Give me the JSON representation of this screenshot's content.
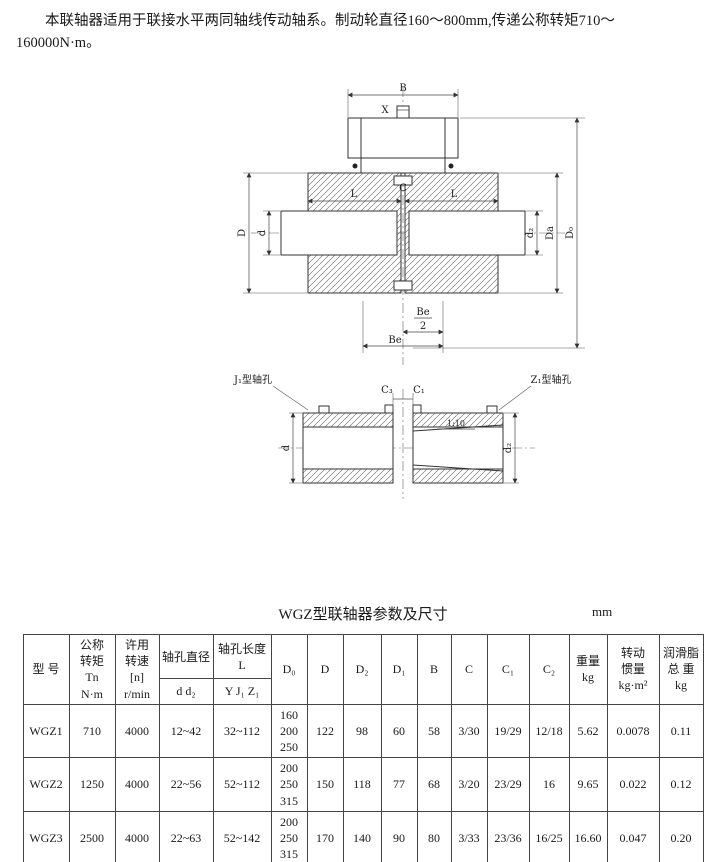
{
  "intro": {
    "line1": "本联轴器适用于联接水平两同轴线传动轴系。制动轮直径160～800mm,传递公称转矩710～",
    "line2": "160000N·m。"
  },
  "drawing": {
    "labels": {
      "b": "B",
      "x": "X",
      "D": "D",
      "d": "d",
      "L1": "L",
      "C": "C",
      "L2": "L",
      "d2": "d₂",
      "Da": "Da",
      "D0": "D₀",
      "be": "Be",
      "be_den": "2",
      "j1": "J₁型轴孔",
      "z1": "Z₁型轴孔",
      "c3": "C₃",
      "c1": "C₁",
      "d_lower": "d",
      "d2_lower": "d₂",
      "taper": "1:10"
    }
  },
  "table": {
    "title": "WGZ型联轴器参数及尺寸",
    "unit": "mm",
    "headers": {
      "model": "型  号",
      "torque": "公称\n转矩\nTn\nN·m",
      "speed": "许用\n转速\n[n]\nr/min",
      "bore_dia": "轴孔直径",
      "bore_dia_sub": "d d₂",
      "bore_len": "轴孔长度\nL",
      "bore_len_sub": "Y J₁ Z₁",
      "d0": "D₀",
      "d": "D",
      "d2": "D₂",
      "d1": "D₁",
      "b": "B",
      "c": "C",
      "c1": "C₁",
      "c2": "C₂",
      "weight": "重量\nkg",
      "inertia": "转动\n惯量\nkg·m²",
      "grease": "润滑脂\n总  重\nkg"
    },
    "rows": [
      [
        "WGZ1",
        "710",
        "4000",
        "12~42",
        "32~112",
        "160\n200\n250",
        "122",
        "98",
        "60",
        "58",
        "3/30",
        "19/29",
        "12/18",
        "5.62",
        "0.0078",
        "0.11"
      ],
      [
        "WGZ2",
        "1250",
        "4000",
        "22~56",
        "52~112",
        "200\n250\n315",
        "150",
        "118",
        "77",
        "68",
        "3/20",
        "23/29",
        "16",
        "9.65",
        "0.022",
        "0.12"
      ],
      [
        "WGZ3",
        "2500",
        "4000",
        "22~63",
        "52~142",
        "200\n250\n315",
        "170",
        "140",
        "90",
        "80",
        "3/33",
        "23/36",
        "16/25",
        "16.60",
        "0.047",
        "0.20"
      ]
    ]
  }
}
